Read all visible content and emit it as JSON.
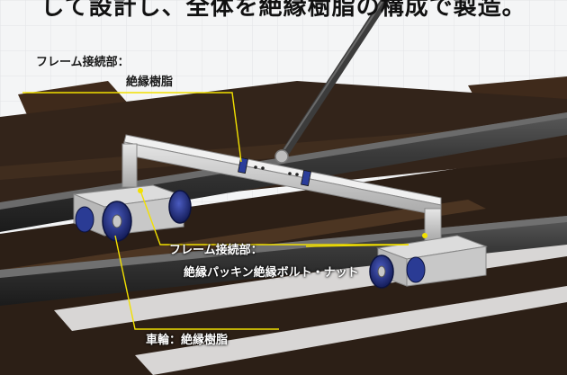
{
  "caption_fragment": "して設計し、全体を絶縁樹脂の構成で製造。",
  "labels": {
    "frame_joint_resin_title": "フレーム接続部：",
    "frame_joint_resin_value": "絶縁樹脂",
    "frame_joint_bolt_title": "フレーム接続部：",
    "frame_joint_bolt_value": "絶縁パッキン絶縁ボルト・ナット",
    "wheel": "車輪：絶縁樹脂"
  },
  "colors": {
    "leader_line": "#f2e000",
    "tie": "#3a2618",
    "rail": "#2b2b2b",
    "frame": "#c9c9c9",
    "wheel": "#1e2a78",
    "handle": "#3c3c3c"
  }
}
